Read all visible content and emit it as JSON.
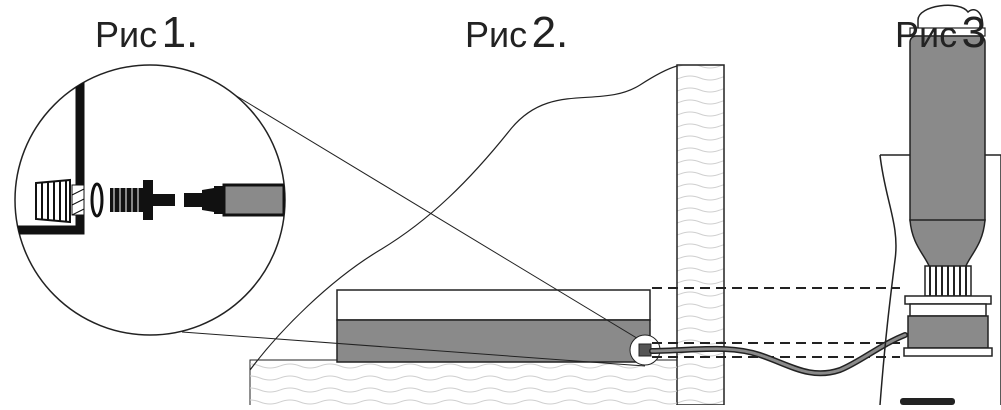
{
  "figures": [
    {
      "label": "Рис",
      "number": "1."
    },
    {
      "label": "Рис",
      "number": "2."
    },
    {
      "label": "Рис",
      "number": "3"
    }
  ],
  "colors": {
    "line": "#222222",
    "water_gray": "#8a8a8a",
    "wave": "#cfcfcf",
    "background": "#ffffff"
  },
  "icons": {
    "cone": "ribbed-cone-fitting",
    "ring": "o-ring-seal",
    "nipple": "threaded-nipple",
    "connector": "hose-connector",
    "bottle": "inverted-bottle"
  }
}
